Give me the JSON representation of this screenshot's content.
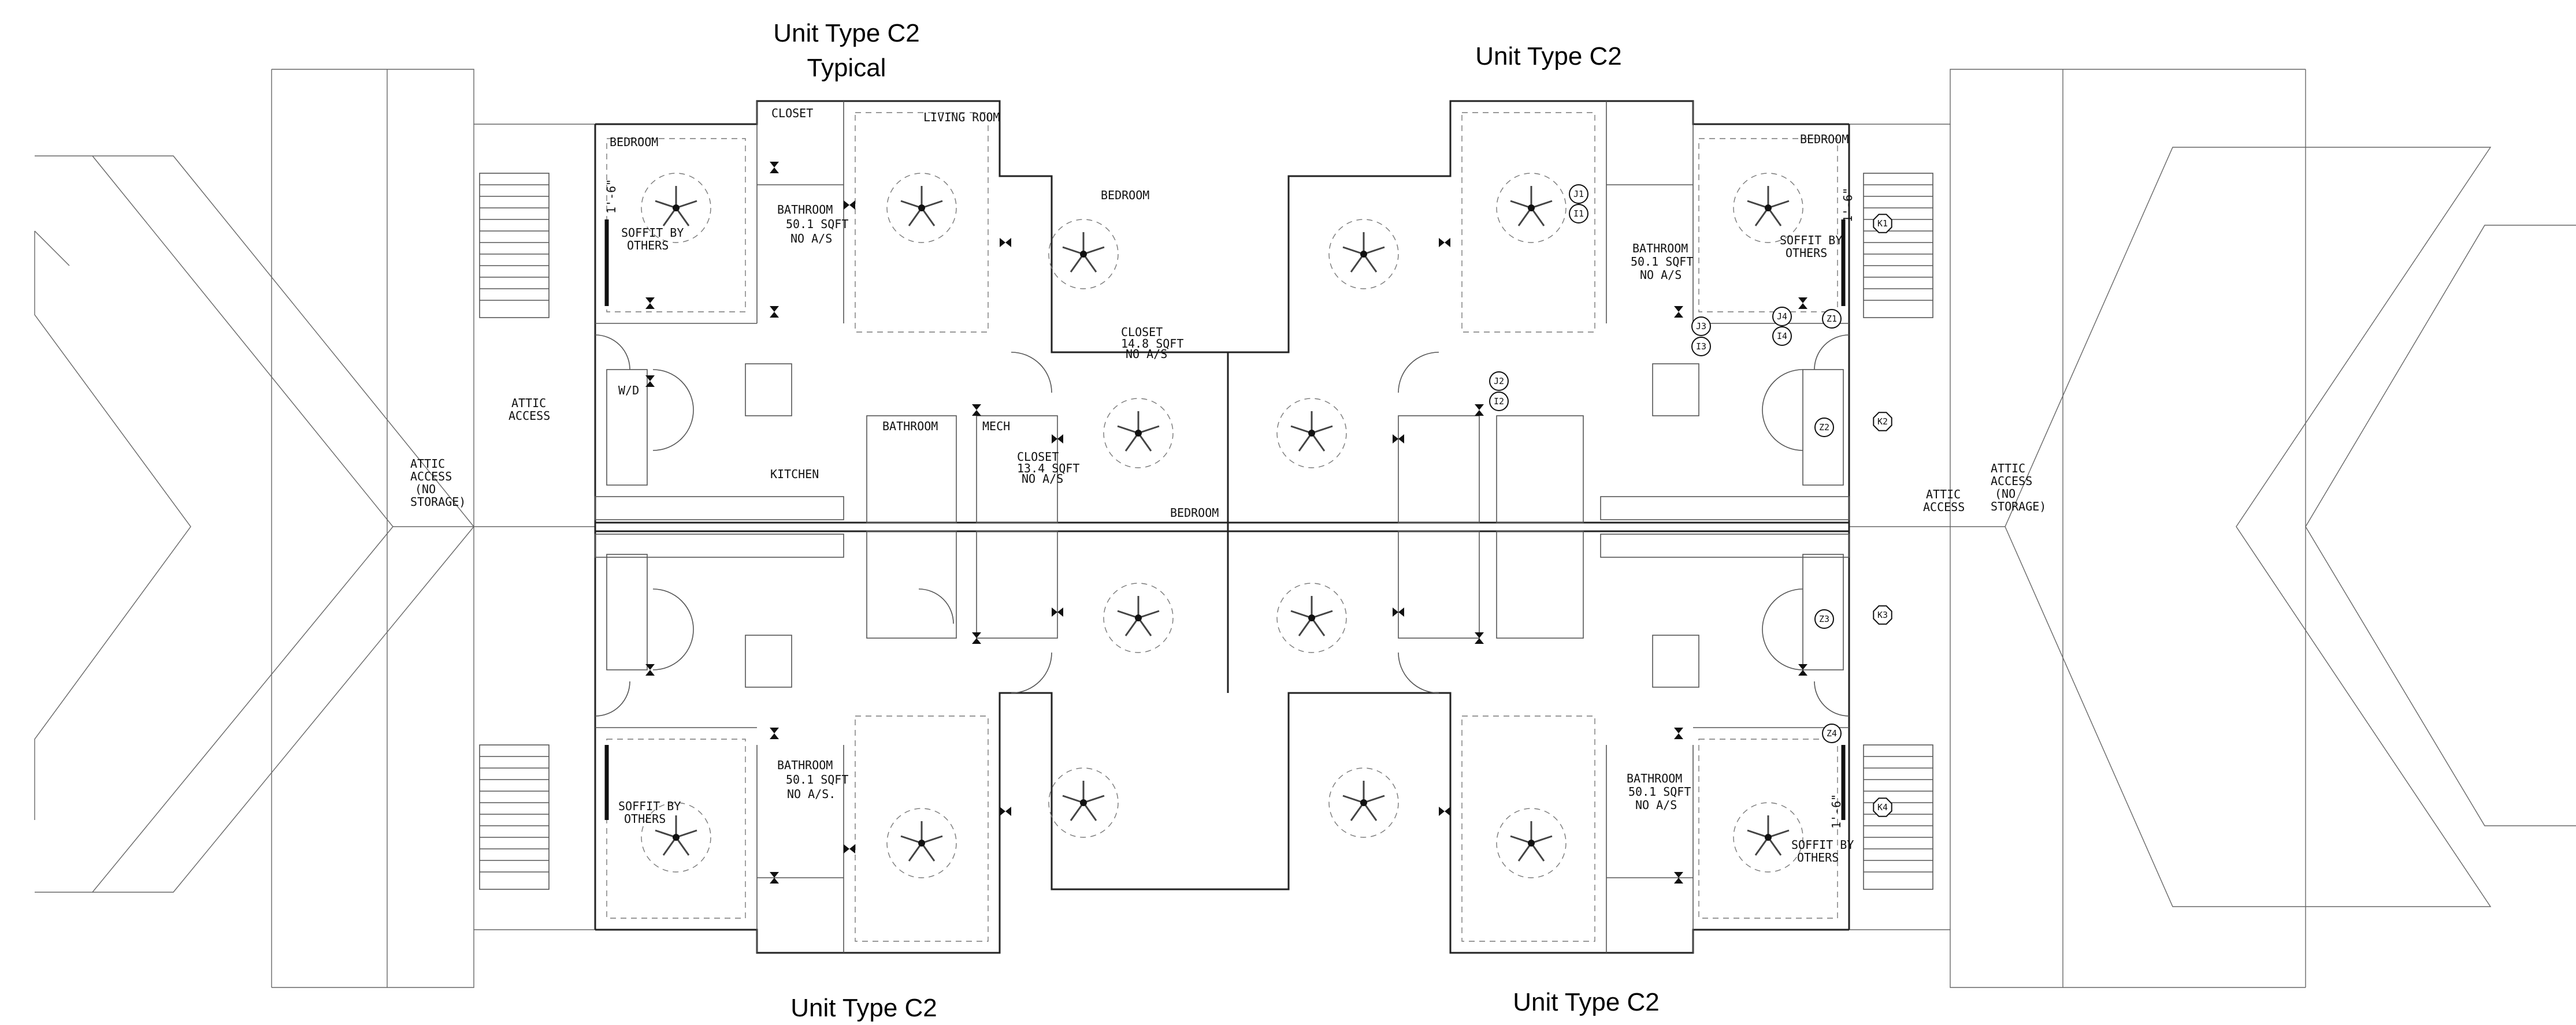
{
  "unit_titles": {
    "top_left_line1": "Unit Type C2",
    "top_left_line2": "Typical",
    "top_right": "Unit Type C2",
    "bottom_left": "Unit Type C2",
    "bottom_right": "Unit Type C2"
  },
  "room_labels": {
    "bedroom": "BEDROOM",
    "closet": "CLOSET",
    "living_room": "LIVING ROOM",
    "kitchen": "KITCHEN",
    "bathroom": "BATHROOM",
    "mech": "MECH",
    "wd": "W/D",
    "bath_area_line1": "BATHROOM",
    "bath_area_line2": "50.1 SQFT",
    "bath_area_line3": "NO A/S",
    "bath_area_line3_dot": "NO A/S.",
    "closet14_line1": "CLOSET",
    "closet14_line2": "14.8 SQFT",
    "closet14_line3": "NO A/S",
    "closet13_line1": "CLOSET",
    "closet13_line2": "13.4 SQFT",
    "closet13_line3": "NO A/S",
    "soffit_line1": "SOFFIT BY",
    "soffit_line2": "OTHERS",
    "attic_line1": "ATTIC",
    "attic_line2": "ACCESS",
    "attic_store1": "ATTIC",
    "attic_store2": "ACCESS",
    "attic_store3": "(NO",
    "attic_store4": "STORAGE)"
  },
  "tags": [
    "J1",
    "I1",
    "K1",
    "J3",
    "I3",
    "J4",
    "I4",
    "Z1",
    "J2",
    "I2",
    "Z2",
    "K2",
    "Z3",
    "K3",
    "Z4",
    "K4"
  ],
  "dimension_text": "1'-6\"",
  "colors": {
    "linework": "#222222",
    "background": "#ffffff"
  }
}
